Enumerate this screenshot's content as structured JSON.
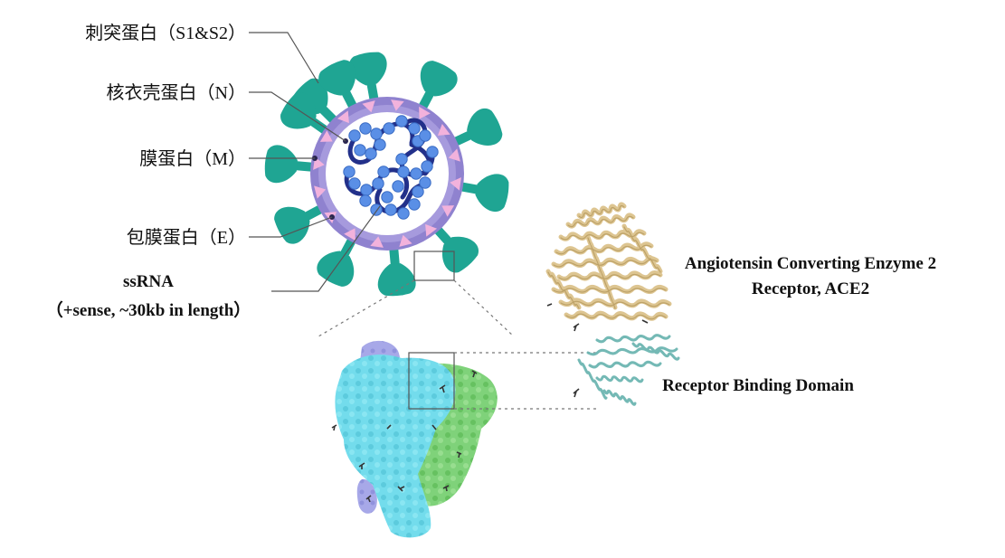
{
  "labels": {
    "spike": "刺突蛋白（S1&S2）",
    "nucleocapsid": "核衣壳蛋白（N）",
    "membrane": "膜蛋白（M）",
    "envelope": "包膜蛋白（E）",
    "ssrna_line1": "ssRNA",
    "ssrna_line2": "（+sense, ~30kb in length）",
    "ace2_line1": "Angiotensin Converting Enzyme 2",
    "ace2_line2": "Receptor, ACE2",
    "rbd": "Receptor Binding Domain"
  },
  "colors": {
    "spike_teal": "#1fa593",
    "envelope_purple": "#8f82cf",
    "inner_purple": "#a69add",
    "membrane_pink": "#f2b2dc",
    "rna_dark": "#22308a",
    "nucleo_blue": "#5a8fe6",
    "protein_cyan": "#73dcec",
    "protein_green": "#7fd27a",
    "protein_lavender": "#a7a8e8",
    "ace2_tan": "#dcc28c",
    "rbd_teal": "#6db6b2"
  }
}
